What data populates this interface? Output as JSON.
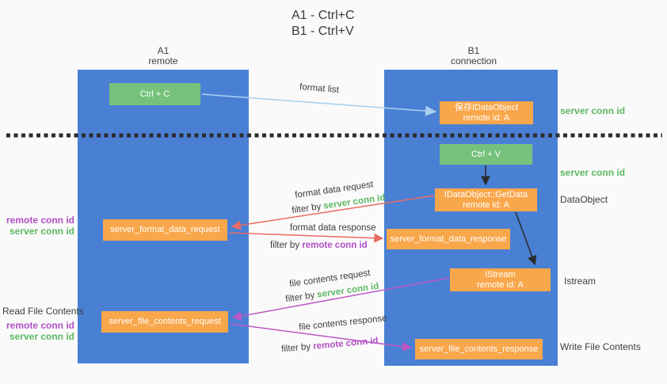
{
  "title": {
    "line1": "A1 - Ctrl+C",
    "line2": "B1 - Ctrl+V"
  },
  "columns": {
    "a1": {
      "title": "A1",
      "subtitle": "remote"
    },
    "b1": {
      "title": "B1",
      "subtitle": "connection"
    }
  },
  "nodes": {
    "ctrl_c": {
      "label": "Ctrl + C"
    },
    "save_dataobject": {
      "line1": "保存IDataObject",
      "line2": "remote id: A"
    },
    "ctrl_v": {
      "label": "Ctrl + V"
    },
    "getdata": {
      "line1": "IDataObject::GetData",
      "line2": "remote id: A"
    },
    "format_request": {
      "label": "server_format_data_request"
    },
    "format_response": {
      "label": "server_format_data_response"
    },
    "istream": {
      "line1": "IStream",
      "line2": "remote id: A"
    },
    "file_request": {
      "label": "server_file_contents_request"
    },
    "file_response": {
      "label": "server_file_contents_response"
    }
  },
  "edge_labels": {
    "format_list": "format list",
    "format_data_request": "format data request",
    "format_data_request_filter": {
      "prefix": "filter by ",
      "value": "server conn id"
    },
    "format_data_response": "format data response",
    "format_data_response_filter": {
      "prefix": "filter by ",
      "value": "remote conn id"
    },
    "file_contents_request": "file contents request",
    "file_contents_request_filter": {
      "prefix": "filter by ",
      "value": "server conn id"
    },
    "file_contents_response": "file contents response",
    "file_contents_response_filter": {
      "prefix": "filter by ",
      "value": "remote conn id"
    }
  },
  "side_labels": {
    "left_format": {
      "remote": "remote conn id",
      "server": "server conn id"
    },
    "read_file": "Read File Contents",
    "left_file": {
      "remote": "remote conn id",
      "server": "server conn id"
    },
    "right_save": "server conn id",
    "right_ctrlv": "server conn id",
    "dataobject": "DataObject",
    "istream": "Istream",
    "write_file": "Write File Contents"
  },
  "colors": {
    "column_blue": "#4a80d4",
    "node_green": "#76c27c",
    "node_orange": "#f9a74b",
    "arrow_red": "#e96b63",
    "arrow_magenta": "#bd58c6",
    "arrow_lightblue": "#a9d1ee",
    "arrow_black": "#2b2b2b",
    "text_green": "#5db863",
    "text_purple": "#b14fc4"
  }
}
